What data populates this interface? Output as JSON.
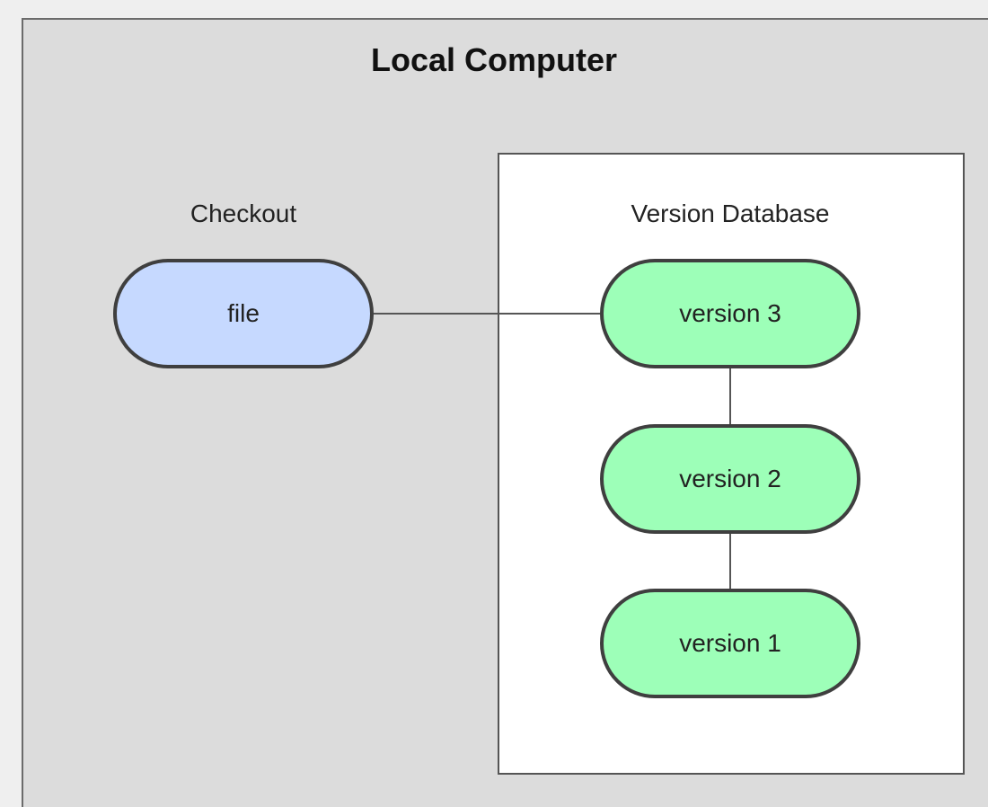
{
  "diagram": {
    "title": "Local Computer",
    "checkout_label": "Checkout",
    "database_label": "Version Database",
    "nodes": {
      "file": "file",
      "version3": "version 3",
      "version2": "version 2",
      "version1": "version 1"
    },
    "colors": {
      "file_fill": "#c6d9ff",
      "version_fill": "#9dffb8",
      "container_fill": "#dcdcdc",
      "database_fill": "#ffffff"
    }
  }
}
